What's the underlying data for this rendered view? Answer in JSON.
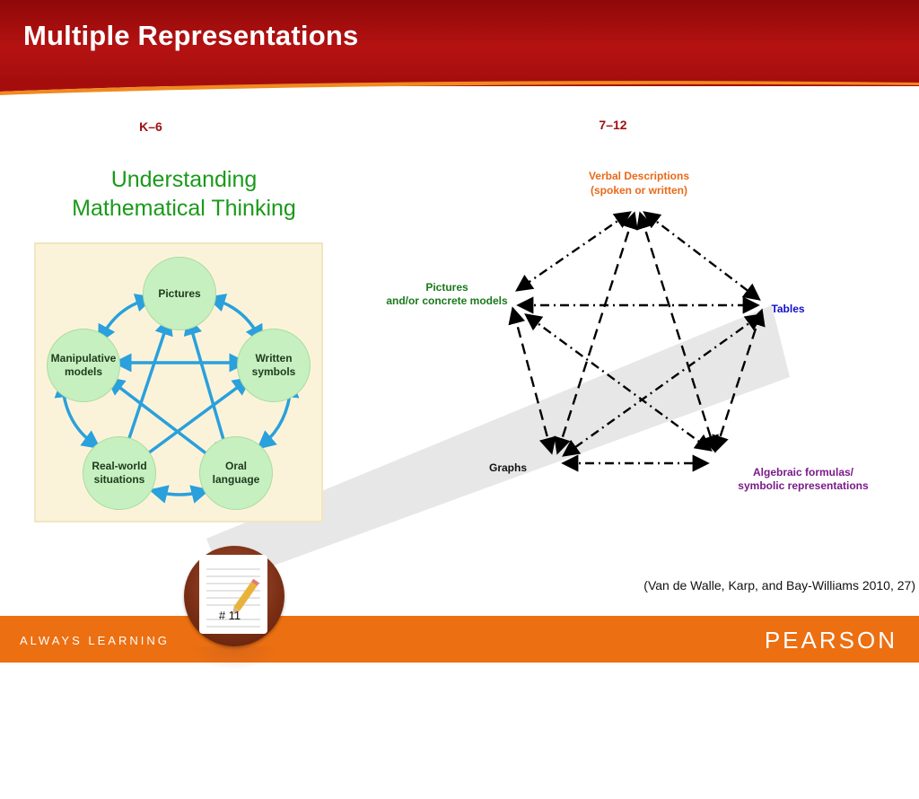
{
  "header": {
    "title": "Multiple Representations"
  },
  "left": {
    "grade": "K–6",
    "heading_line1": "Understanding",
    "heading_line2": "Mathematical Thinking",
    "image_nodes": [
      {
        "id": "pictures",
        "lines": [
          "Pictures"
        ]
      },
      {
        "id": "written",
        "lines": [
          "Written",
          "symbols"
        ]
      },
      {
        "id": "oral",
        "lines": [
          "Oral",
          "language"
        ]
      },
      {
        "id": "realworld",
        "lines": [
          "Real-world",
          "situations"
        ]
      },
      {
        "id": "manip",
        "lines": [
          "Manipulative",
          "models"
        ]
      }
    ]
  },
  "right": {
    "grade": "7–12",
    "nodes": {
      "verbal_line1": "Verbal Descriptions",
      "verbal_line2": "(spoken or written)",
      "pictures_line1": "Pictures",
      "pictures_line2": "and/or concrete models",
      "tables": "Tables",
      "graphs": "Graphs",
      "algebraic_line1": "Algebraic formulas/",
      "algebraic_line2": "symbolic representations"
    }
  },
  "colors": {
    "header_red": "#a50d0d",
    "verbal": "#e86a1a",
    "pictures": "#1a7a1a",
    "tables": "#1010cc",
    "graphs": "#111111",
    "algebraic": "#7a1a8a",
    "footer_orange": "#ec6f11"
  },
  "citation": "(Van de Walle, Karp, and Bay-Williams 2010, 27)",
  "badge": {
    "label": "# 11"
  },
  "footer": {
    "tagline": "ALWAYS LEARNING",
    "brand": "PEARSON"
  }
}
